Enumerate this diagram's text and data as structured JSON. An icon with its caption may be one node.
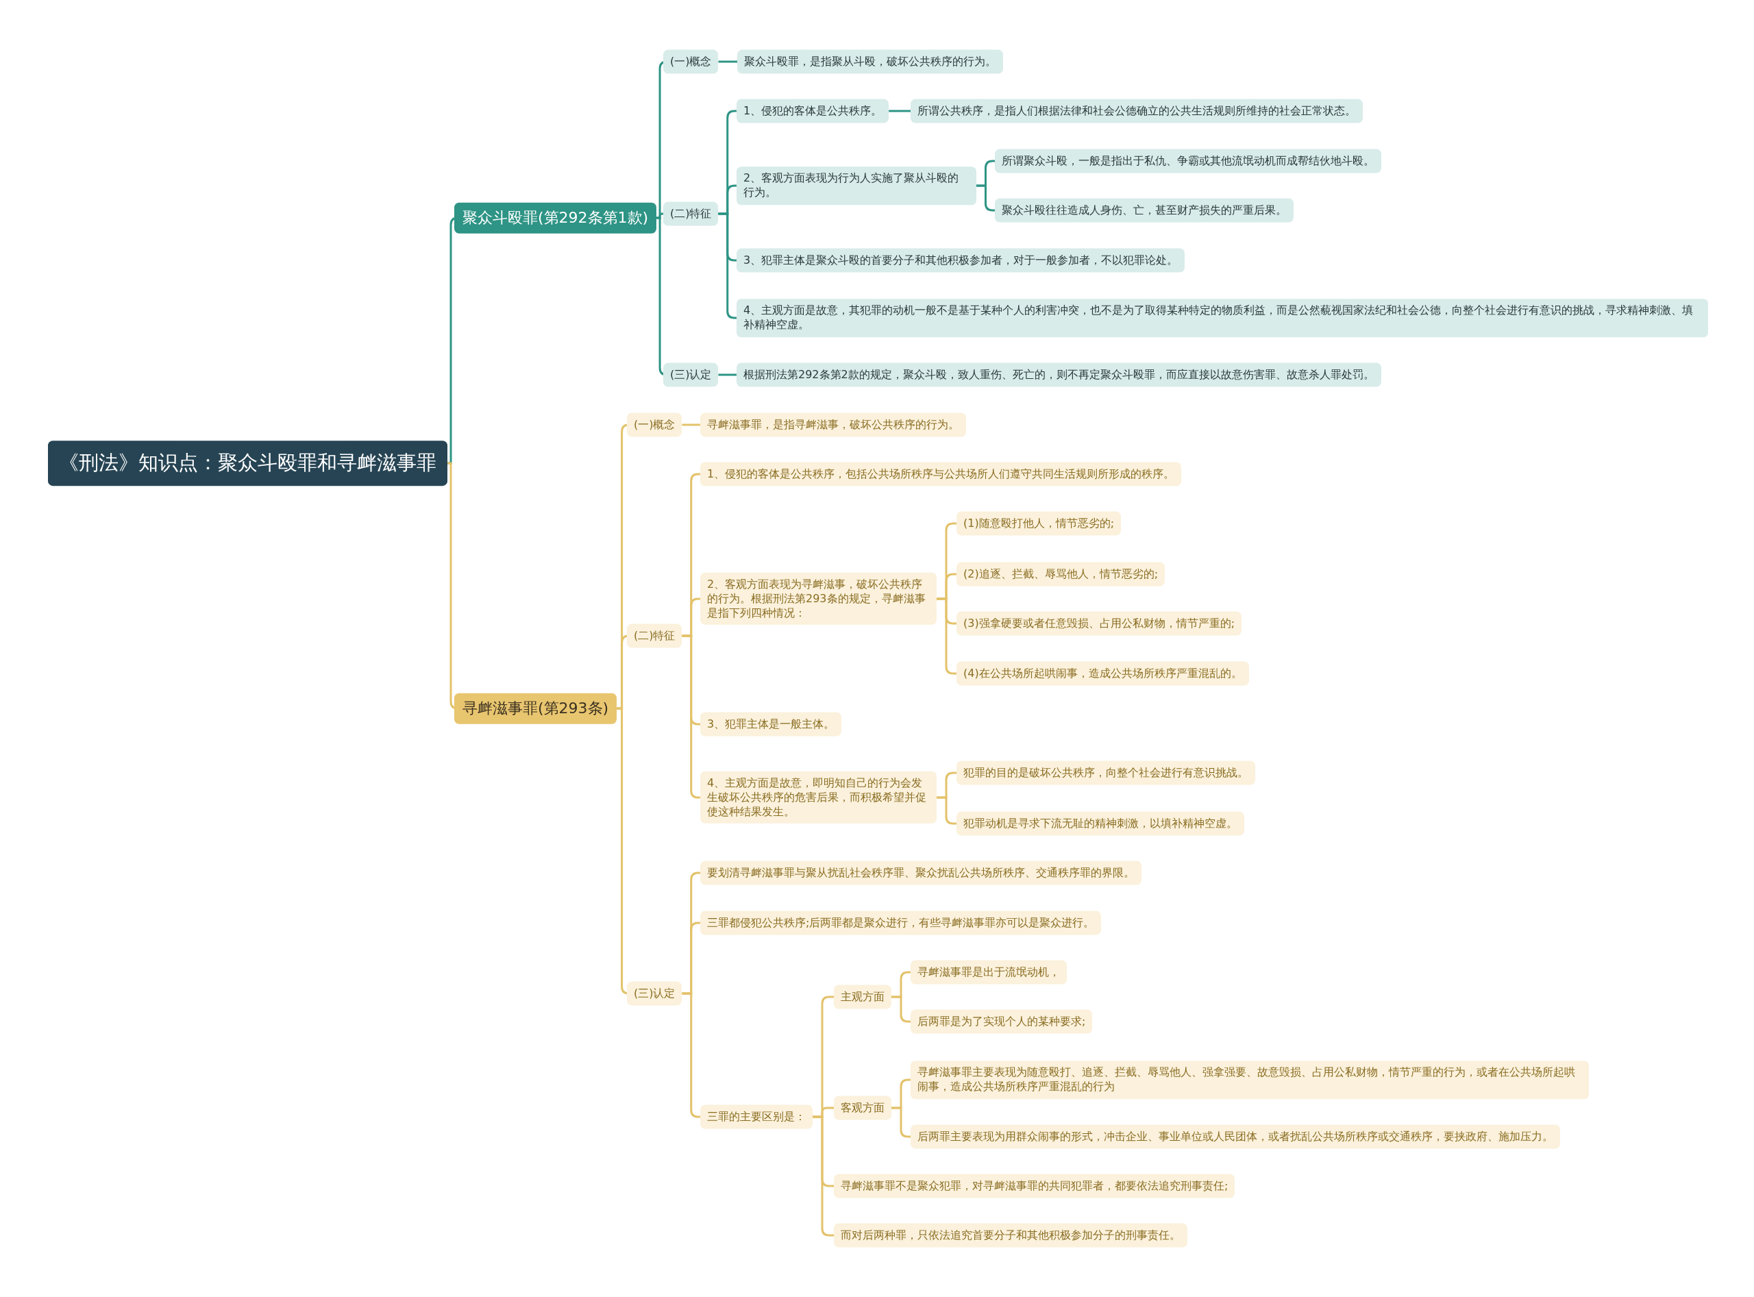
{
  "diagram": {
    "nodes": [
      {
        "text": [
          "《刑法》知识点：聚众斗殴罪和寻衅滋事罪"
        ]
      },
      {
        "text": [
          "聚众斗殴罪(第292条第1款)"
        ]
      },
      {
        "text": [
          "(一)概念"
        ]
      },
      {
        "text": [
          "聚众斗殴罪，是指聚从斗殴，破坏公共秩序的行为。"
        ]
      },
      {
        "text": [
          "(二)特征"
        ]
      },
      {
        "text": [
          "1、侵犯的客体是公共秩序。"
        ]
      },
      {
        "text": [
          "所谓公共秩序，是指人们根据法律和社会公德确立的公共生活规则所维持的社会正常状态。"
        ]
      },
      {
        "text": [
          "2、客观方面表现为行为人实施了聚从斗殴的行为。"
        ]
      },
      {
        "text": [
          "所谓聚众斗殴，一般是指出于私仇、争霸或其他流氓动机而成帮结伙地斗殴。"
        ]
      },
      {
        "text": [
          "聚众斗殴往往造成人身伤、亡，甚至财产损失的严重后果。"
        ]
      },
      {
        "text": [
          "3、犯罪主体是聚众斗殴的首要分子和其他积极参加者，对于一般参加者，不以犯罪论处。"
        ]
      },
      {
        "text": [
          "4、主观方面是故意，其犯罪的动机一般不是基于某种个人的利害冲突，也不是为了取得某种特定的物质利益，而是公然藐视国家法纪和社会公德，向整个社会进行有意识的挑战，寻求精神刺激、填补精神空虚。"
        ]
      },
      {
        "text": [
          "(三)认定"
        ]
      },
      {
        "text": [
          "根据刑法第292条第2款的规定，聚众斗殴，致人重伤、死亡的，则不再定聚众斗殴罪，而应直接以故意伤害罪、故意杀人罪处罚。"
        ]
      },
      {
        "text": [
          "寻衅滋事罪(第293条)"
        ]
      },
      {
        "text": [
          "(一)概念"
        ]
      },
      {
        "text": [
          "寻衅滋事罪，是指寻衅滋事，破坏公共秩序的行为。"
        ]
      },
      {
        "text": [
          "(二)特征"
        ]
      },
      {
        "text": [
          "1、侵犯的客体是公共秩序，包括公共场所秩序与公共场所人们遵守共同生活规则所形成的秩序。"
        ]
      },
      {
        "text": [
          "2、客观方面表现为寻衅滋事，破坏公共秩序的行为。根据刑法第293条的规定，寻衅滋事是指下列四种情况："
        ]
      },
      {
        "text": [
          "(1)随意殴打他人，情节恶劣的;"
        ]
      },
      {
        "text": [
          "(2)追逐、拦截、辱骂他人，情节恶劣的;"
        ]
      },
      {
        "text": [
          "(3)强拿硬要或者任意毁损、占用公私财物，情节严重的;"
        ]
      },
      {
        "text": [
          "(4)在公共场所起哄闹事，造成公共场所秩序严重混乱的。"
        ]
      },
      {
        "text": [
          "3、犯罪主体是一般主体。"
        ]
      },
      {
        "text": [
          "4、主观方面是故意，即明知自己的行为会发生破坏公共秩序的危害后果，而积极希望并促使这种结果发生。"
        ]
      },
      {
        "text": [
          "犯罪的目的是破坏公共秩序，向整个社会进行有意识挑战。"
        ]
      },
      {
        "text": [
          "犯罪动机是寻求下流无耻的精神刺激，以填补精神空虚。"
        ]
      },
      {
        "text": [
          "(三)认定"
        ]
      },
      {
        "text": [
          "要划清寻衅滋事罪与聚从扰乱社会秩序罪、聚众扰乱公共场所秩序、交通秩序罪的界限。"
        ]
      },
      {
        "text": [
          "三罪都侵犯公共秩序;后两罪都是聚众进行，有些寻衅滋事罪亦可以是聚众进行。"
        ]
      },
      {
        "text": [
          "三罪的主要区别是："
        ]
      },
      {
        "text": [
          "主观方面"
        ]
      },
      {
        "text": [
          "寻衅滋事罪是出于流氓动机，"
        ]
      },
      {
        "text": [
          "后两罪是为了实现个人的某种要求;"
        ]
      },
      {
        "text": [
          "客观方面"
        ]
      },
      {
        "text": [
          "寻衅滋事罪主要表现为随意殴打、追逐、拦截、辱骂他人、强拿强要、故意毁损、占用公私财物，情节严重的行为，或者在公共场所起哄闹事，造成公共场所秩序严重混乱的行为"
        ]
      },
      {
        "text": [
          "后两罪主要表现为用群众闹事的形式，冲击企业、事业单位或人民团体，或者扰乱公共场所秩序或交通秩序，要挟政府、施加压力。"
        ]
      },
      {
        "text": [
          "寻衅滋事罪不是聚众犯罪，对寻衅滋事罪的共同犯罪者，都要依法追究刑事责任;"
        ]
      },
      {
        "text": [
          "而对后两种罪，只依法追究首要分子和其他积极参加分子的刑事责任。"
        ]
      }
    ],
    "edges": [
      {
        "from": 0,
        "to": 1,
        "arrow": "none",
        "color": "#2e9485"
      },
      {
        "from": 1,
        "to": 2,
        "arrow": "none",
        "color": "#2e9485"
      },
      {
        "from": 2,
        "to": 3,
        "arrow": "none",
        "color": "#2e9485"
      },
      {
        "from": 1,
        "to": 4,
        "arrow": "none",
        "color": "#2e9485"
      },
      {
        "from": 4,
        "to": 5,
        "arrow": "none",
        "color": "#2e9485"
      },
      {
        "from": 5,
        "to": 6,
        "arrow": "none",
        "color": "#2e9485"
      },
      {
        "from": 4,
        "to": 7,
        "arrow": "none",
        "color": "#2e9485"
      },
      {
        "from": 7,
        "to": 8,
        "arrow": "none",
        "color": "#2e9485"
      },
      {
        "from": 7,
        "to": 9,
        "arrow": "none",
        "color": "#2e9485"
      },
      {
        "from": 4,
        "to": 10,
        "arrow": "none",
        "color": "#2e9485"
      },
      {
        "from": 4,
        "to": 11,
        "arrow": "none",
        "color": "#2e9485"
      },
      {
        "from": 1,
        "to": 12,
        "arrow": "none",
        "color": "#2e9485"
      },
      {
        "from": 12,
        "to": 13,
        "arrow": "none",
        "color": "#2e9485"
      },
      {
        "from": 0,
        "to": 14,
        "arrow": "none"
      },
      {
        "from": 14,
        "to": 15,
        "arrow": "none"
      },
      {
        "from": 15,
        "to": 16,
        "arrow": "none"
      },
      {
        "from": 14,
        "to": 17,
        "arrow": "none"
      },
      {
        "from": 17,
        "to": 18,
        "arrow": "none"
      },
      {
        "from": 17,
        "to": 19,
        "arrow": "none"
      },
      {
        "from": 19,
        "to": 20,
        "arrow": "none"
      },
      {
        "from": 19,
        "to": 21,
        "arrow": "none"
      },
      {
        "from": 19,
        "to": 22,
        "arrow": "none"
      },
      {
        "from": 19,
        "to": 23,
        "arrow": "none"
      },
      {
        "from": 17,
        "to": 24,
        "arrow": "none"
      },
      {
        "from": 17,
        "to": 25,
        "arrow": "none"
      },
      {
        "from": 25,
        "to": 26,
        "arrow": "none"
      },
      {
        "from": 25,
        "to": 27,
        "arrow": "none"
      },
      {
        "from": 14,
        "to": 28,
        "arrow": "none"
      },
      {
        "from": 28,
        "to": 29,
        "arrow": "none"
      },
      {
        "from": 28,
        "to": 30,
        "arrow": "none"
      },
      {
        "from": 28,
        "to": 31,
        "arrow": "none"
      },
      {
        "from": 31,
        "to": 32,
        "arrow": "none"
      },
      {
        "from": 32,
        "to": 33,
        "arrow": "none"
      },
      {
        "from": 32,
        "to": 34,
        "arrow": "none"
      },
      {
        "from": 31,
        "to": 35,
        "arrow": "none"
      },
      {
        "from": 35,
        "to": 36,
        "arrow": "none"
      },
      {
        "from": 35,
        "to": 37,
        "arrow": "none"
      },
      {
        "from": 31,
        "to": 38,
        "arrow": "none"
      },
      {
        "from": 31,
        "to": 39,
        "arrow": "none"
      }
    ]
  }
}
